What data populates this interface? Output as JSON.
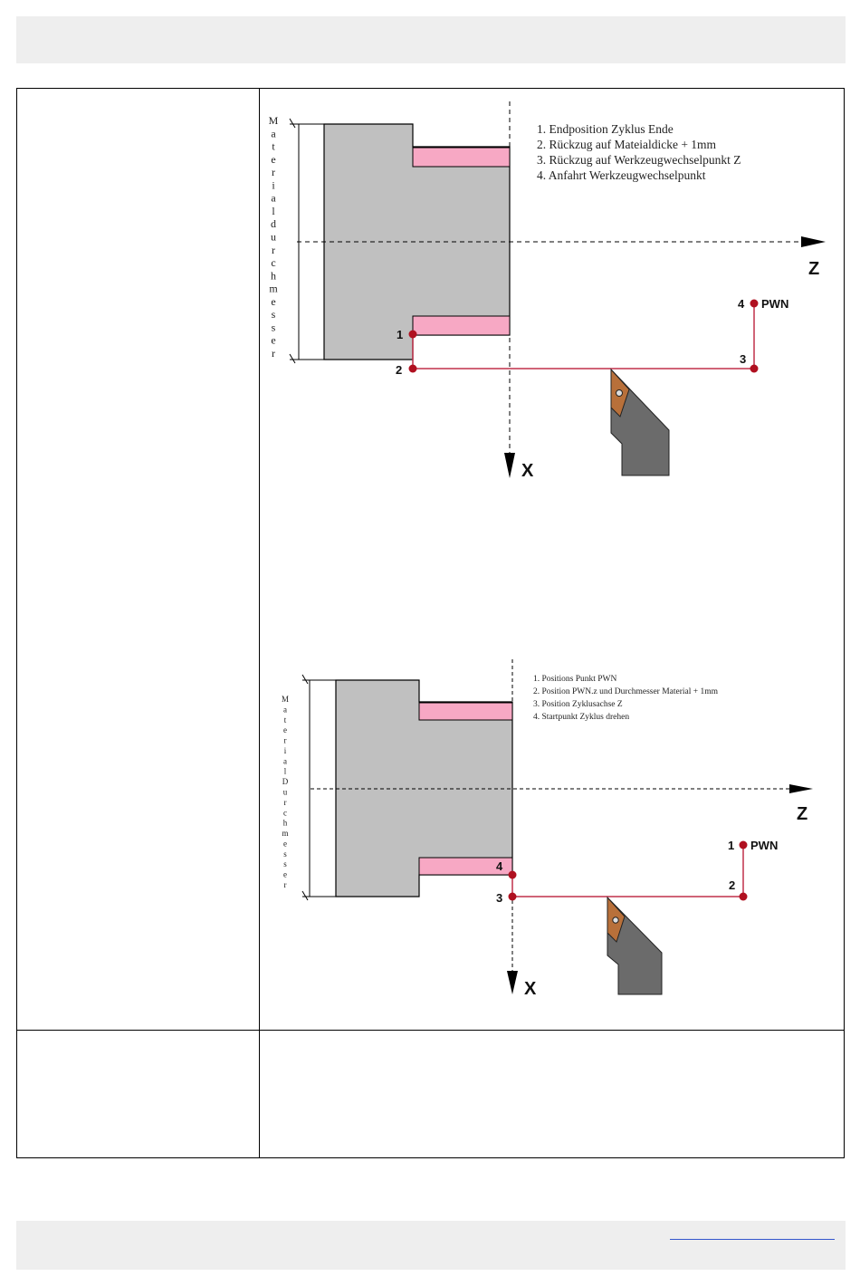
{
  "diagram_top": {
    "material_label": "Materialdurchmesser",
    "steps": [
      "1. Endposition Zyklus Ende",
      "2. Rückzug auf Mateialdicke + 1mm",
      "3. Rückzug auf Werkzeugwechselpunkt Z",
      "4. Anfahrt Werkzeugwechselpunkt"
    ],
    "axis_z": "Z",
    "axis_x": "X",
    "points": {
      "p1": "1",
      "p2": "2",
      "p3": "3",
      "p4": "4"
    },
    "pwn_label": "PWN"
  },
  "diagram_bottom": {
    "material_label": "MaterialDurchmesser",
    "steps": [
      "1. Positions Punkt PWN",
      "2. Position PWN.z und Durchmesser Material + 1mm",
      "3. Position Zyklusachse Z",
      "4. Startpunkt Zyklus drehen"
    ],
    "axis_z": "Z",
    "axis_x": "X",
    "points": {
      "p1": "1",
      "p2": "2",
      "p3": "3",
      "p4": "4"
    },
    "pwn_label": "PWN"
  },
  "colors": {
    "workpiece": "#c0c0c0",
    "groove": "#f7a8c4",
    "path": "#c0304a",
    "point": "#b01020",
    "tool_body": "#6b6b6b",
    "insert": "#b8703a"
  }
}
